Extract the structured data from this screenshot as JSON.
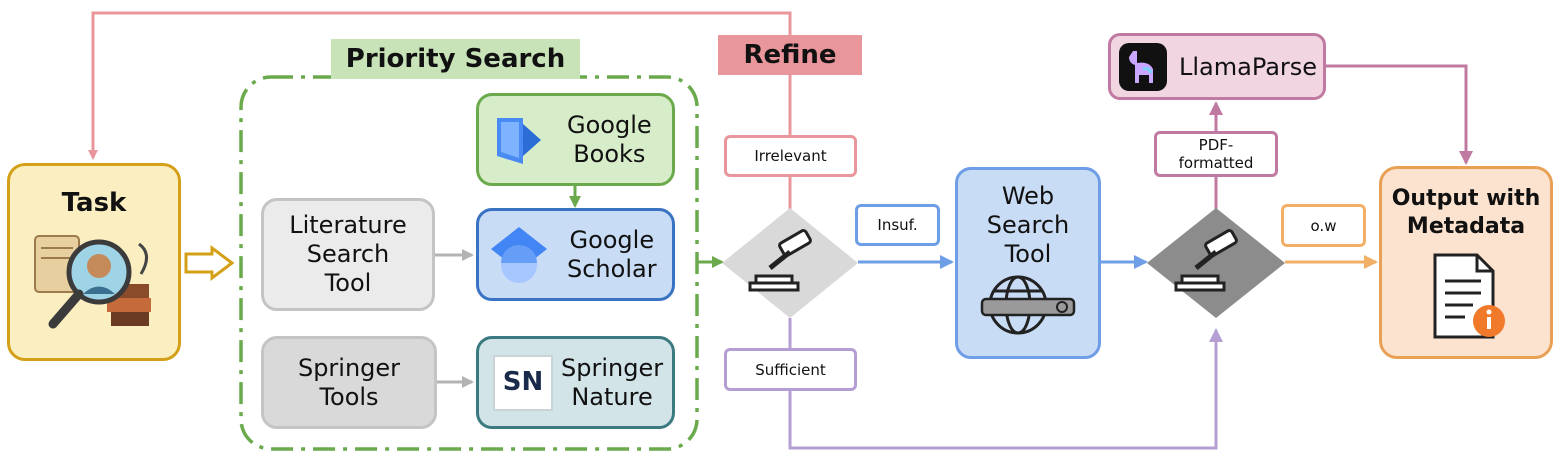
{
  "priority_search": {
    "title": "Priority Search"
  },
  "refine": {
    "title": "Refine"
  },
  "task": {
    "title": "Task"
  },
  "literature_search_tool": {
    "label": "Literature\nSearch\nTool"
  },
  "springer_tools": {
    "label": "Springer\nTools"
  },
  "google_books": {
    "label": "Google\nBooks"
  },
  "google_scholar": {
    "label": "Google\nScholar"
  },
  "springer_nature": {
    "label": "Springer\nNature",
    "logo_text": "SN"
  },
  "web_search_tool": {
    "label": "Web\nSearch\nTool"
  },
  "llamaparse": {
    "label": "LlamaParse"
  },
  "output": {
    "label": "Output with\nMetadata"
  },
  "conditions": {
    "irrelevant": "Irrelevant",
    "insufficient": "Insuf.",
    "sufficient": "Sufficient",
    "pdf_formatted": "PDF-\nformatted",
    "otherwise": "o.w"
  },
  "colors": {
    "pink": "#e8969b",
    "green": "#6aaa4c",
    "blue": "#6e9ee6",
    "purple": "#b59ed3",
    "magenta": "#c07aa2",
    "orange": "#f2b067",
    "gold": "#d4a017"
  }
}
